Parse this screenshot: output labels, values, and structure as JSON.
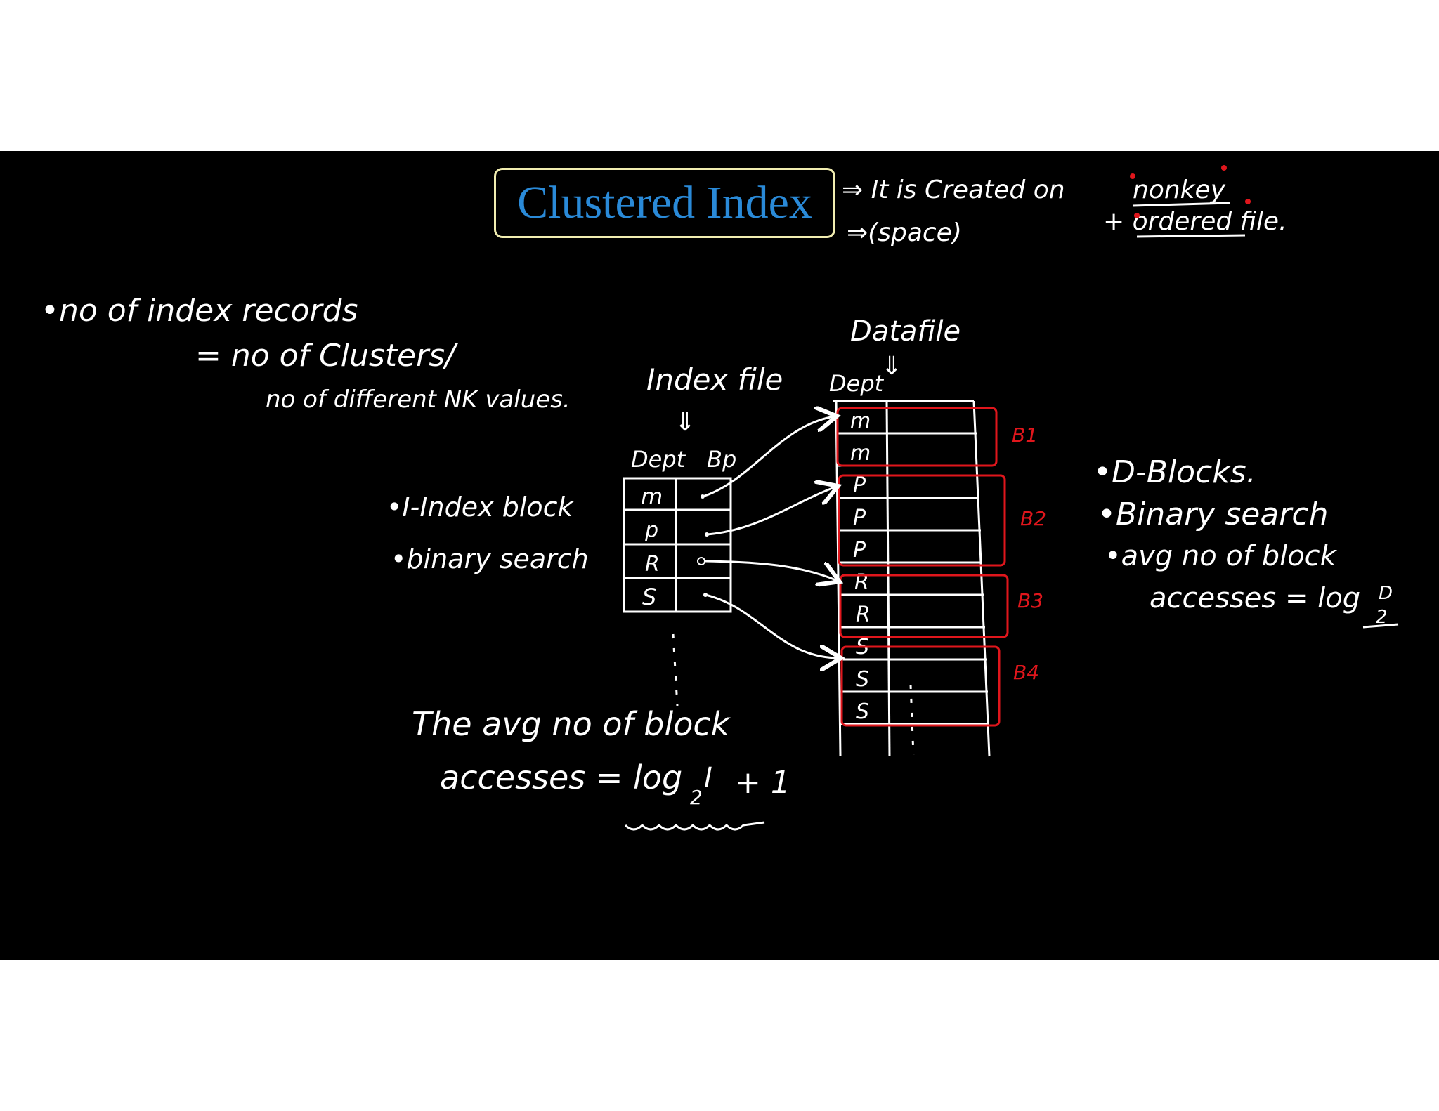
{
  "title": "Clustered Index",
  "top_notes": {
    "line1_prefix": "⇒ It is Created on",
    "nonkey": "nonkey",
    "line2": "+ ordered file.",
    "line3": "⇒(space)"
  },
  "left_notes": {
    "line1": "•no of index records",
    "line2": "= no of Clusters/",
    "line3": "no of different NK values."
  },
  "index_file": {
    "heading": "Index file",
    "arrow": "⇓",
    "col1": "Dept",
    "col2": "Bp",
    "rows": [
      "m",
      "p",
      "R",
      "S"
    ]
  },
  "data_file": {
    "heading": "Datafile",
    "arrow": "⇓",
    "col1": "Dept",
    "rows": [
      "m",
      "m",
      "P",
      "P",
      "P",
      "R",
      "R",
      "S",
      "S",
      "S"
    ]
  },
  "blocks": [
    "B1",
    "B2",
    "B3",
    "B4"
  ],
  "mid_notes": {
    "line1": "•I-Index block",
    "line2": "•binary search"
  },
  "right_notes": {
    "line1": "•D-Blocks.",
    "line2": "•Binary search",
    "line3": "•avg no of block",
    "line4_prefix": "accesses = log",
    "line4_sub": "2",
    "line4_sup": "D"
  },
  "bottom_formula": {
    "line1": "The avg no of block",
    "line2_prefix": "accesses = log",
    "line2_sub": "2",
    "line2_var": "I",
    "line2_suffix": "+ 1"
  },
  "colors": {
    "title": "#2a8ad8",
    "box_border": "#f1edb0",
    "ink": "#ffffff",
    "highlight": "#e0161c"
  }
}
